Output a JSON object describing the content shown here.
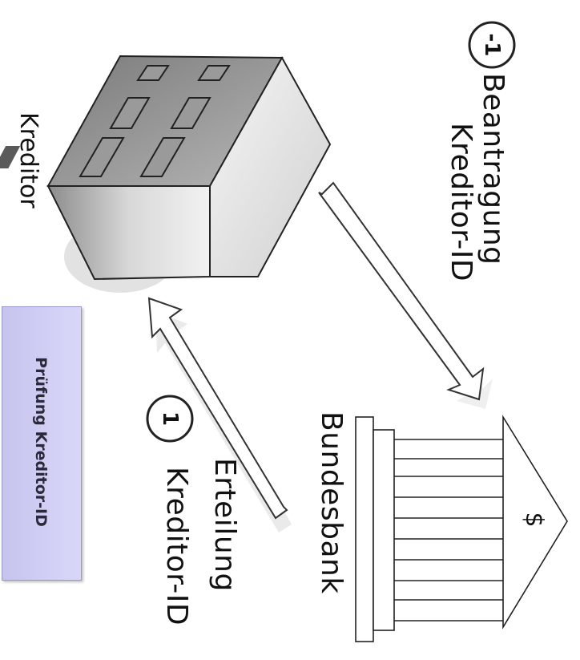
{
  "nodes": {
    "kreditor": {
      "label": "Kreditor"
    },
    "bundesbank": {
      "label": "Bundesbank",
      "symbol": "$"
    }
  },
  "steps": {
    "request": {
      "number": "-1",
      "line1": "Beantragung",
      "line2": "Kreditor-ID"
    },
    "grant": {
      "number": "1",
      "line1": "Erteilung",
      "line2": "Kreditor-ID"
    }
  },
  "box": {
    "text": "Prüfung Kreditor-ID"
  },
  "colors": {
    "box_fill": "#d0cef4",
    "box_border": "#9a98c8",
    "arrow_fill": "#ffffff",
    "building_dark": "#5a5a5a"
  }
}
